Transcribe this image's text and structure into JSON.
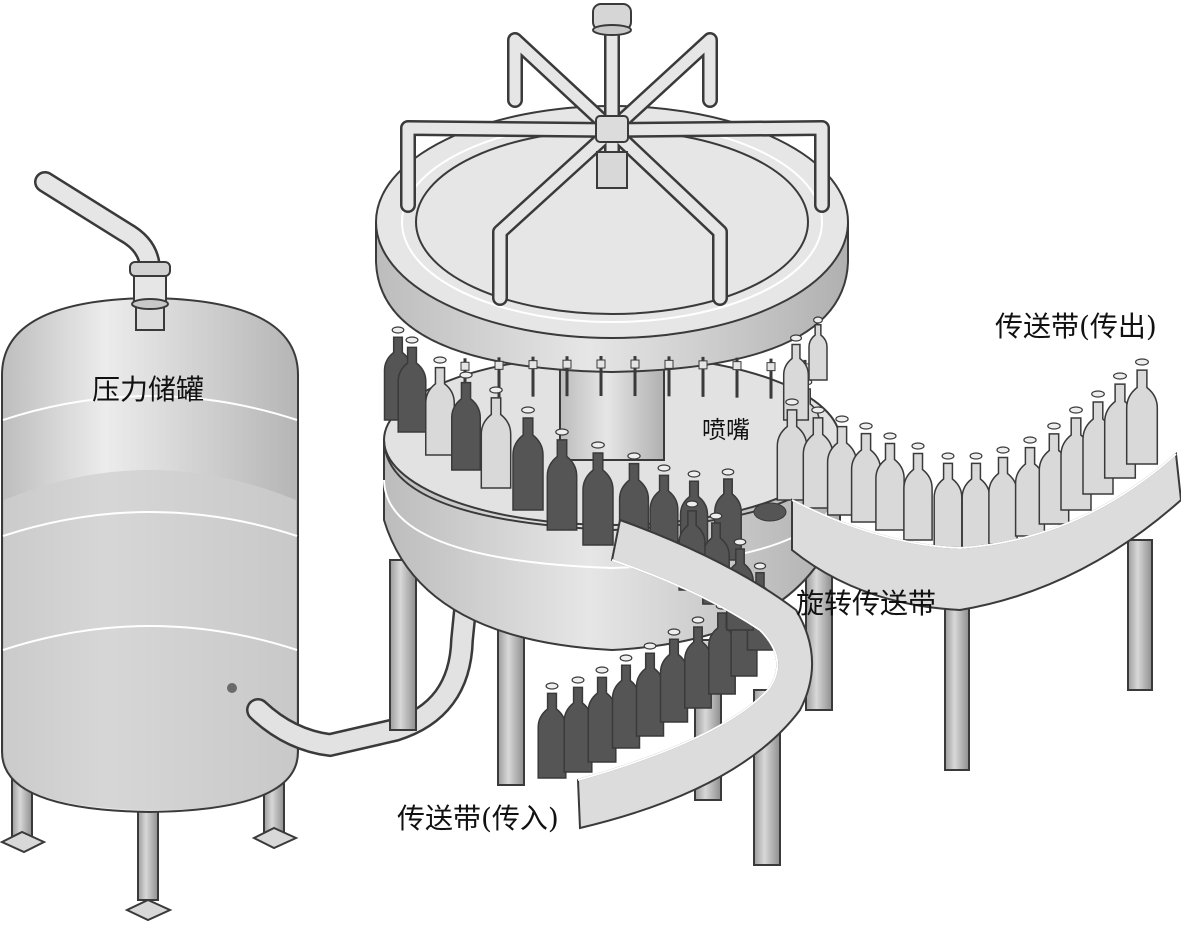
{
  "labels": {
    "tank": "压力储罐",
    "nozzle": "喷嘴",
    "rotary_conveyor": "旋转传送带",
    "outfeed_conveyor": "传送带(传出)",
    "infeed_conveyor": "传送带(传入)"
  },
  "colors": {
    "outline": "#3a3a3a",
    "metal_light": "#e4e4e4",
    "metal_mid": "#c8c8c8",
    "metal_dark": "#9a9a9a",
    "bottle_empty": "#d9d9d9",
    "bottle_full": "#555555",
    "liquid": "#cfcfcf"
  }
}
